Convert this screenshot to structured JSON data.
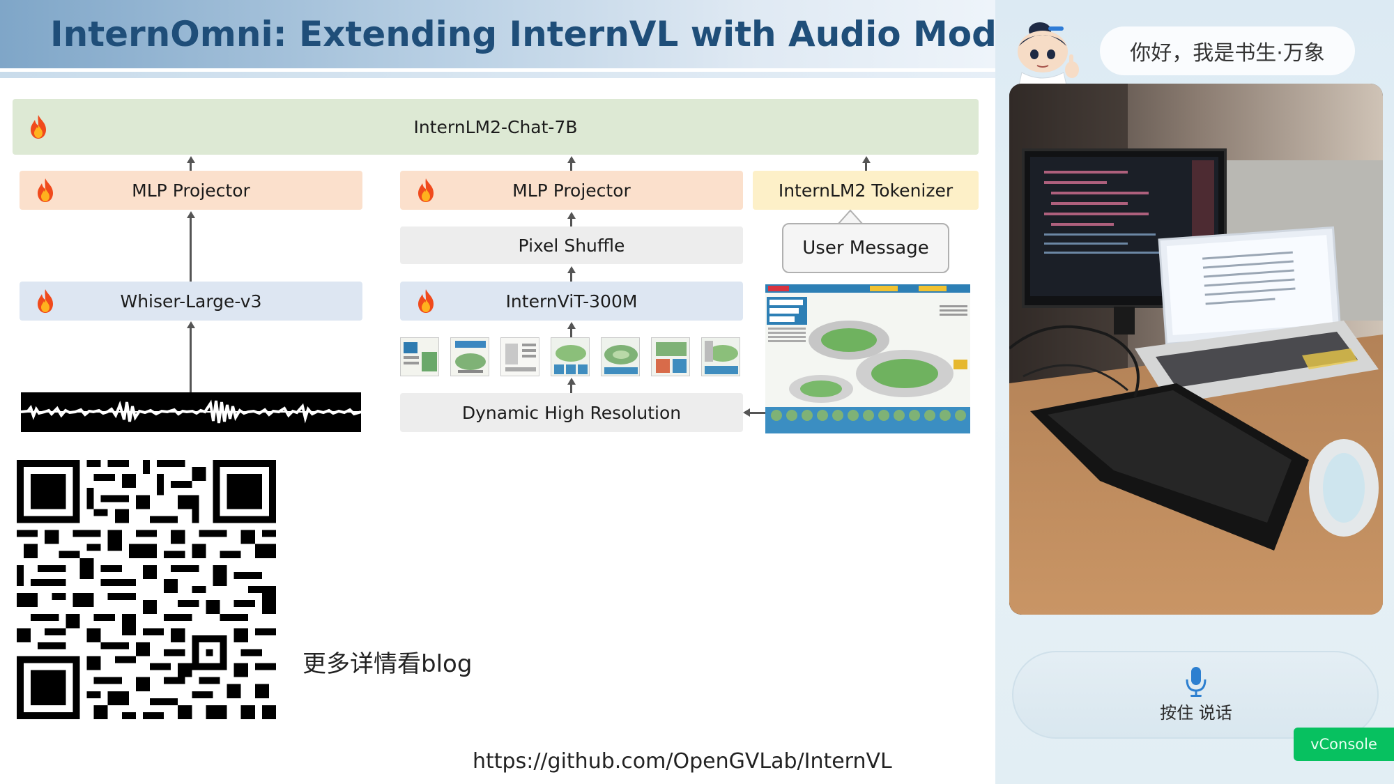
{
  "slide": {
    "title": "InternOmni: Extending InternVL with Audio Modality",
    "blocks": {
      "llm": "InternLM2-Chat-7B",
      "mlp_projector_audio": "MLP Projector",
      "mlp_projector_vision": "MLP Projector",
      "tokenizer": "InternLM2 Tokenizer",
      "pixel_shuffle": "Pixel Shuffle",
      "user_message": "User Message",
      "audio_encoder": "Whiser-Large-v3",
      "vision_encoder": "InternViT-300M",
      "dynamic_resolution": "Dynamic High Resolution"
    },
    "blog_note": "更多详情看blog",
    "github_url": "https://github.com/OpenGVLab/InternVL"
  },
  "panel": {
    "greeting": "你好，我是书生·万象",
    "talk_button_label": "按住 说话",
    "vconsole_label": "vConsole"
  },
  "icons": {
    "trainable": "flame-icon",
    "talk": "microphone-icon"
  },
  "colors": {
    "title": "#1f4e79",
    "llm_block": "#dde9d4",
    "projector_block": "#fbe0cc",
    "encoder_block": "#dde6f2",
    "neutral_block": "#ededed",
    "tokenizer_block": "#fdf0c8",
    "vconsole": "#07c160",
    "mic": "#2c7fd0"
  }
}
